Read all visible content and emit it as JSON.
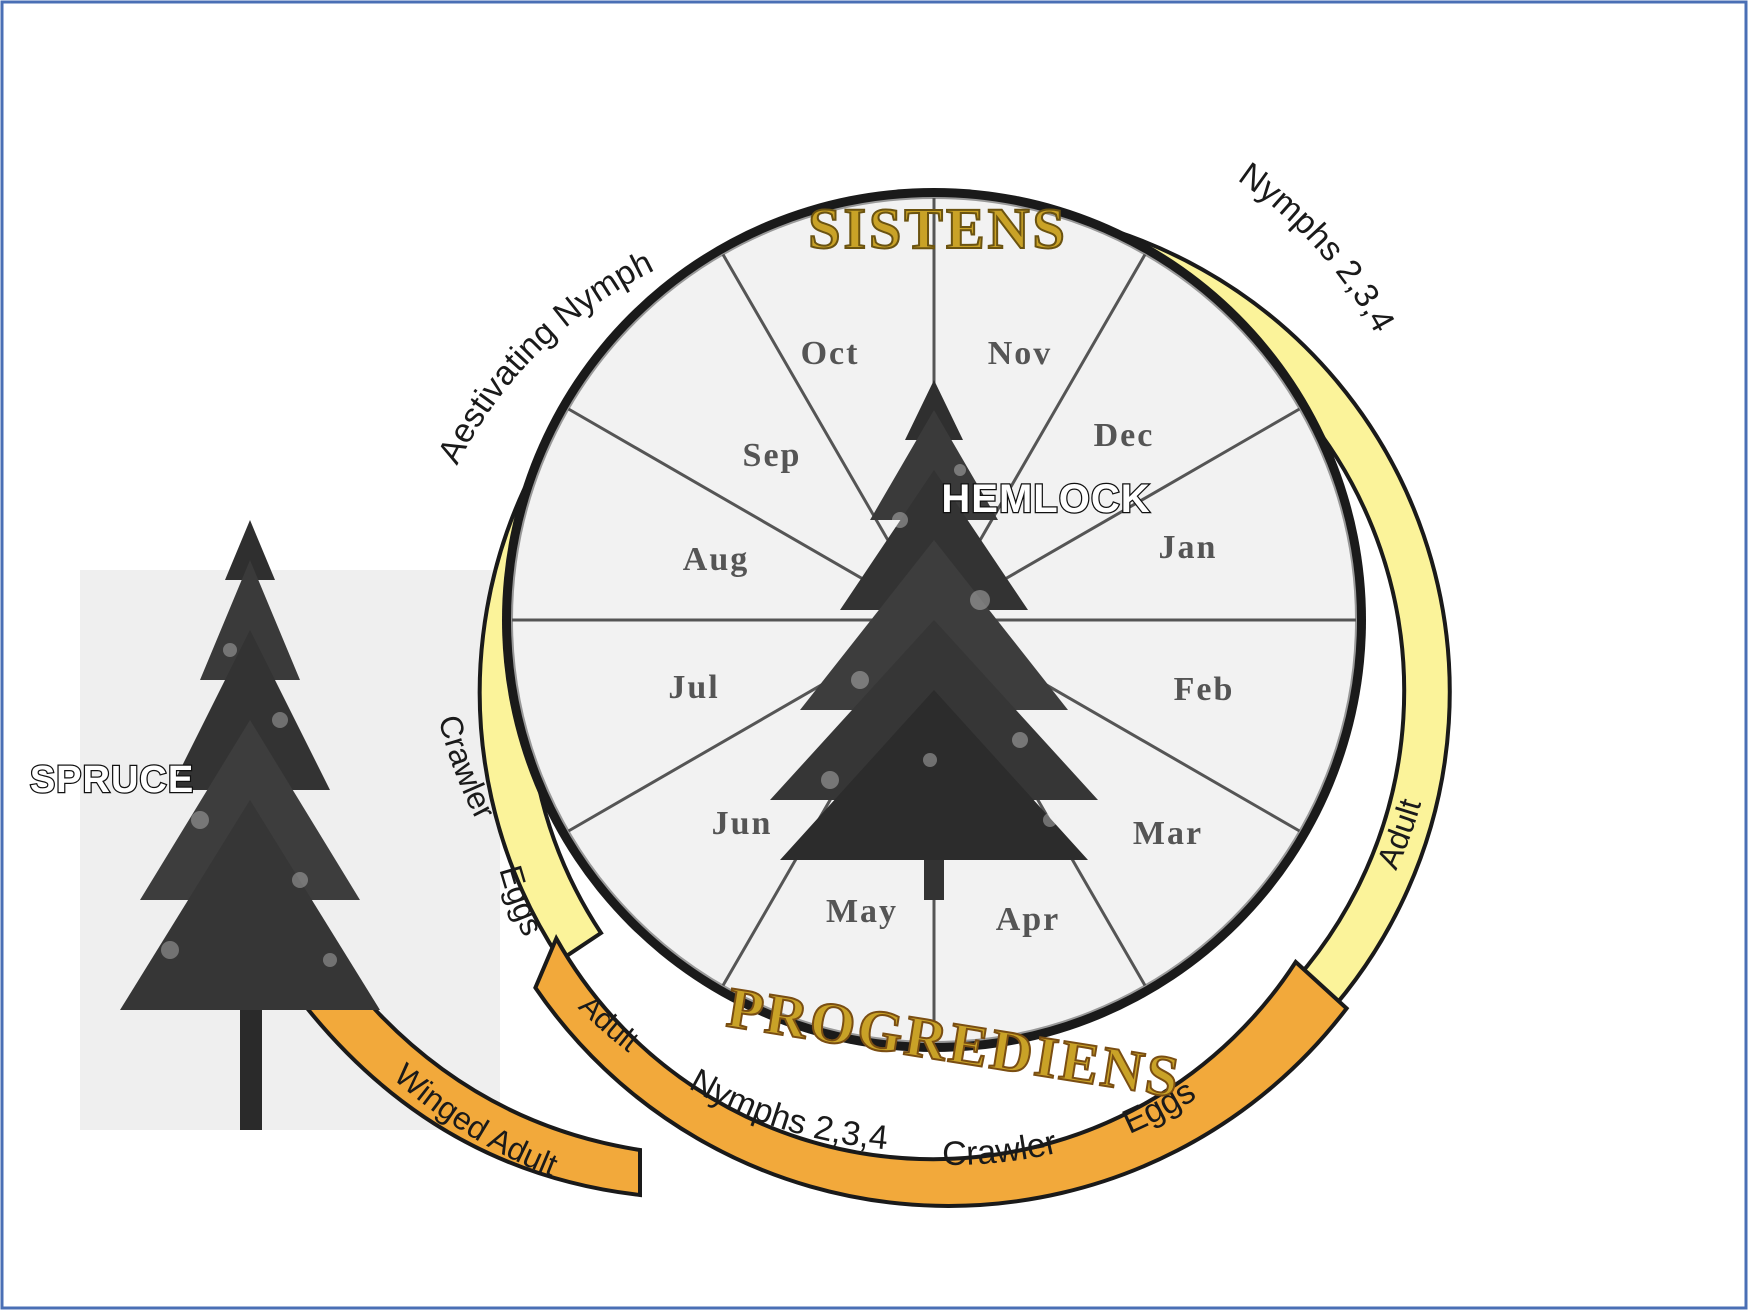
{
  "title_sistens": "SISTENS",
  "title_progrediens": "PROGREDIENS",
  "host_center": "HEMLOCK",
  "host_secondary": "SPRUCE",
  "months": [
    {
      "short": "Oct"
    },
    {
      "short": "Nov"
    },
    {
      "short": "Dec"
    },
    {
      "short": "Jan"
    },
    {
      "short": "Feb"
    },
    {
      "short": "Mar"
    },
    {
      "short": "Apr"
    },
    {
      "short": "May"
    },
    {
      "short": "Jun"
    },
    {
      "short": "Jul"
    },
    {
      "short": "Aug"
    },
    {
      "short": "Sep"
    }
  ],
  "sistens_stages": {
    "aestivating": "Aestivating Nymph",
    "nymphs": "Nymphs 2,3,4",
    "adult": "Adult",
    "eggs": "Eggs",
    "crawler": "Crawler"
  },
  "progrediens_stages": {
    "adult": "Adult",
    "nymphs": "Nymphs 2,3,4",
    "crawler": "Crawler",
    "eggs": "Eggs",
    "winged": "Winged Adult"
  },
  "colors": {
    "sistens_ring": "#FBF39A",
    "progrediens_ring": "#F2A93B",
    "wheel_fill": "#F2F2F2",
    "frame": "#4A6FB5",
    "title_gold": "#C9A227",
    "title_brown": "#7A4E12"
  }
}
